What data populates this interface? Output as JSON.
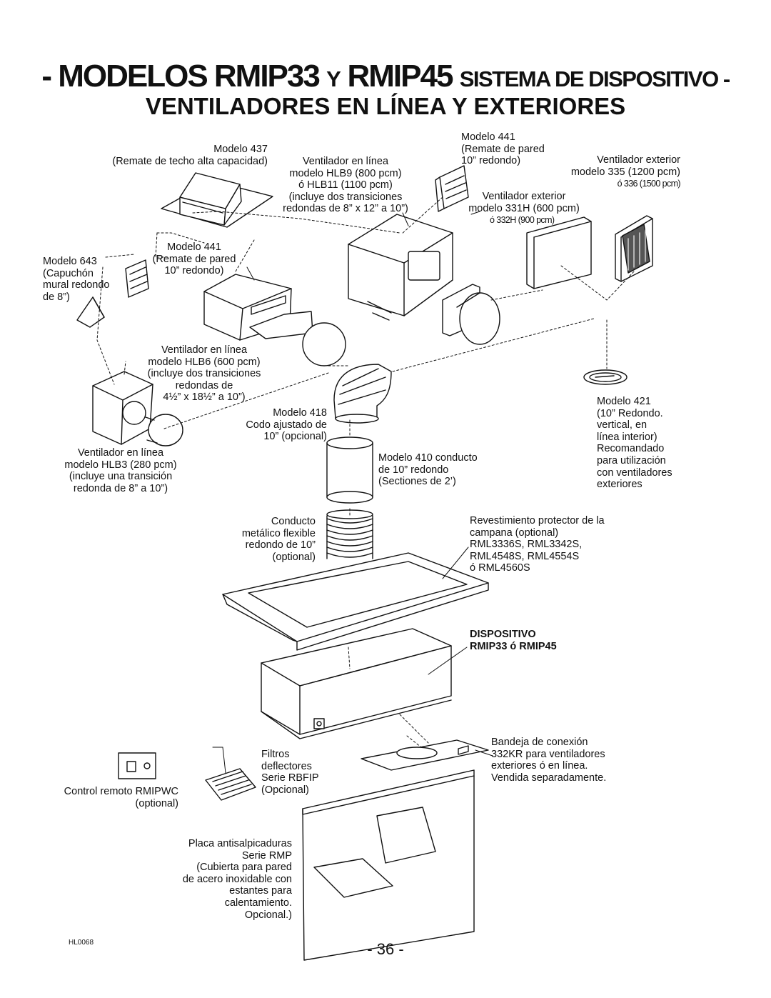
{
  "title": {
    "prefix": "- MODELOS RMIP33",
    "y": "Y",
    "model": "RMIP45",
    "system": "SISTEMA DE DISPOSITIVO -",
    "subtitle": "VENTILADORES EN LÍNEA Y EXTERIORES"
  },
  "labels": {
    "m437": "Modelo 437\n(Remate de techo alta capacidad)",
    "hlb9": "Ventilador en línea\nmodelo HLB9 (800 pcm)\nó HLB11 (1100 pcm)\n(incluye dos transiciones\nredondas de 8” x 12” a 10”)",
    "m441_top": "Modelo 441\n(Remate de pared\n10” redondo)",
    "m335": "Ventilador exterior\nmodelo 335 (1200 pcm)",
    "m336": "ó 336 (1500 pcm)",
    "m331h": "Ventilador exterior\nmodelo 331H (600 pcm)",
    "m332h": "ó 332H (900 pcm)",
    "m643": "Modelo 643\n(Capuchón\nmural redondo\nde 8”)",
    "m441_left": "Modelo 441\n(Remate de pared\n10” redondo)",
    "hlb6": "Ventilador en línea\nmodelo HLB6 (600 pcm)\n(incluye dos transiciones\nredondas de\n4½” x 18½” a 10”)",
    "m418": "Modelo 418\nCodo ajustado de\n10” (opcional)",
    "m421": "Modelo 421\n(10” Redondo.\nvertical, en\nlínea interior)\nRecomandado\npara utilización\ncon ventiladores\nexteriores",
    "hlb3": "Ventilador en línea\nmodelo HLB3 (280 pcm)\n(incluye una transición\nredonda de 8” a 10”)",
    "m410": "Modelo 410 conducto\nde 10” redondo\n(Sectiones de 2’)",
    "flex": "Conducto\nmetálico flexible\nredondo de 10”\n(optional)",
    "liner": "Revestimiento protector de la\ncampana (optional)\nRML3336S, RML3342S,\nRML4548S, RML4554S\nó RML4560S",
    "insert": "DISPOSITIVO\nRMIP33 ó RMIP45",
    "tray": "Bandeja de conexión\n332KR para ventiladores\nexteriores ó en línea.\nVendida separadamente.",
    "filters": "Filtros\ndeflectores\nSerie RBFIP\n(Opcional)",
    "remote": "Control remoto RMIPWC\n(optional)",
    "backsplash": "Placa antisalpicaduras\nSerie RMP\n(Cubierta para pared\nde acero inoxidable con\nestantes para\ncalentamiento.\nOpcional.)"
  },
  "page_number": "- 36 -",
  "figure_code": "HL0068"
}
